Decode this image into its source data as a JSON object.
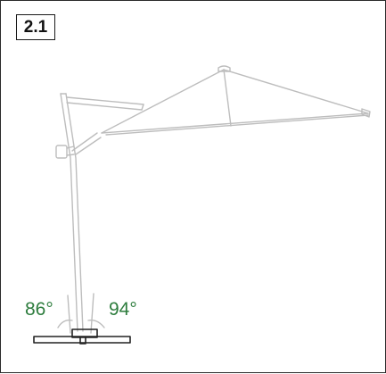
{
  "step": {
    "label": "2.1"
  },
  "angles": {
    "left": "86°",
    "right": "94°"
  },
  "colors": {
    "angle_text": "#2e7d3e",
    "line_art": "#bdbdbd",
    "base": "#222222",
    "frame": "#2a2a2a"
  },
  "icons": {
    "illustration": "cantilever-parasol-icon"
  }
}
